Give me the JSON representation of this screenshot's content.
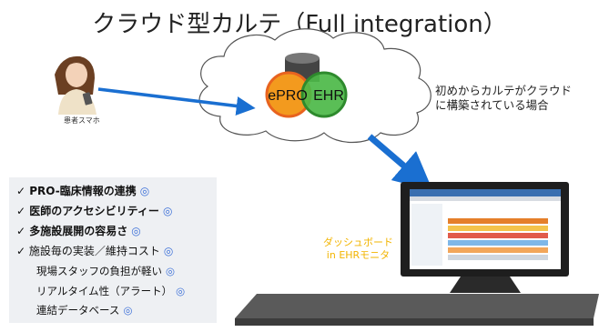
{
  "title": "クラウド型カルテ（Full integration）",
  "patient": {
    "label": "患者スマホ"
  },
  "cloud": {
    "epro_label": "ePRO",
    "ehr_label": "EHR",
    "caption_line1": "初めからカルテがクラウド",
    "caption_line2": "に構築されている場合",
    "colors": {
      "epro": "#f39a1e",
      "ehr": "#4cb848",
      "arrow": "#1a6fd1"
    }
  },
  "benefits": {
    "check": "✓",
    "mark": "◎",
    "items": [
      {
        "text": "PRO-臨床情報の連携",
        "bold": true
      },
      {
        "text": "医師のアクセシビリティー",
        "bold": true
      },
      {
        "text": "多施設展開の容易さ",
        "bold": true
      },
      {
        "text": "施設毎の実装／維持コスト",
        "bold": false
      },
      {
        "text": "現場スタッフの負担が軽い",
        "bold": false
      },
      {
        "text": "リアルタイム性（アラート）",
        "bold": false
      },
      {
        "text": "連結データベース",
        "bold": false
      }
    ]
  },
  "dashboard": {
    "line1": "ダッシュボード",
    "line2": "in EHRモニタ"
  }
}
